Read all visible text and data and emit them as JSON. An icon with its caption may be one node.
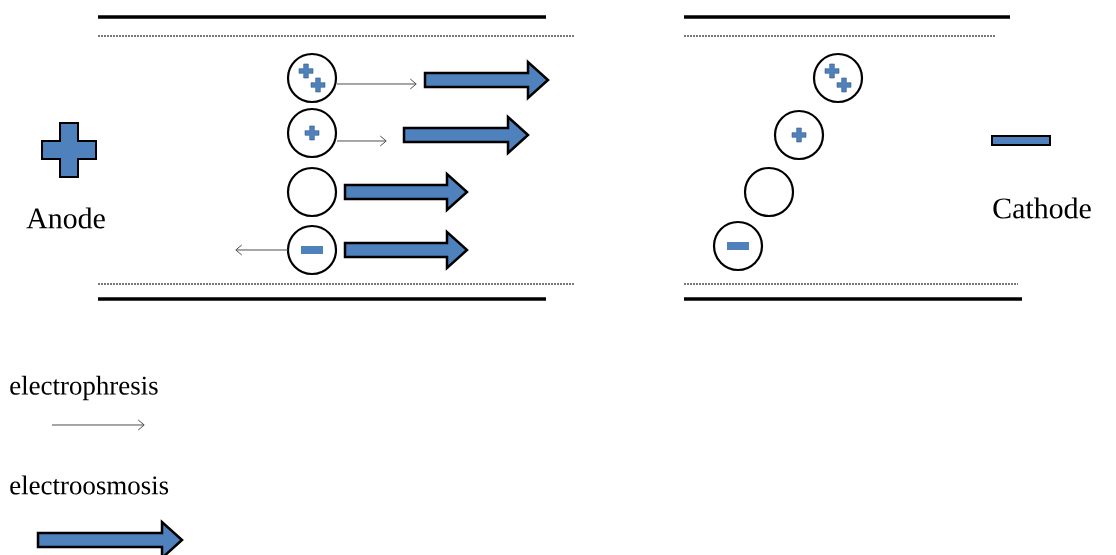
{
  "diagram": {
    "labels": [
      "Anode",
      "Cathode"
    ],
    "legend": [
      {
        "text": "electrophresis"
      },
      {
        "text": "electroosmosis"
      }
    ]
  }
}
